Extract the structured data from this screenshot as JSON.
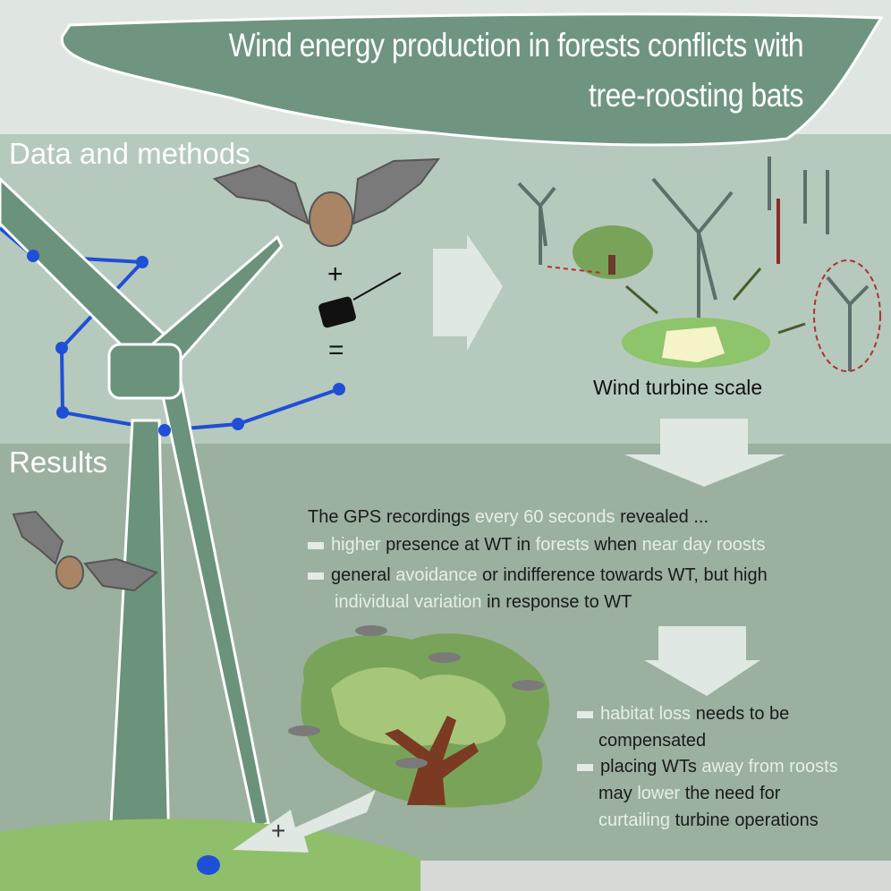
{
  "title": {
    "line1": "Wind energy production in forests conflicts with",
    "line2": "tree-roosting bats"
  },
  "sections": {
    "methods_label": "Data and methods",
    "results_label": "Results"
  },
  "methods": {
    "plus": "+",
    "equals": "=",
    "scale_label": "Wind turbine scale"
  },
  "results": {
    "intro": {
      "pre": "The GPS recordings ",
      "hl": "every 60 seconds",
      "post": " revealed ..."
    },
    "finding1": {
      "hl1": "higher",
      "t1": " presence at WT in ",
      "hl2": "forests",
      "t2": " when ",
      "hl3": "near day roosts"
    },
    "finding2": {
      "t1": "general ",
      "hl1": "avoidance",
      "t2": " or indifference towards WT, but high"
    },
    "finding2b": {
      "hl1": "individual variation",
      "t1": " in response to WT"
    },
    "impl1": {
      "hl1": "habitat loss",
      "t1": " needs to be"
    },
    "impl1b": {
      "t1": "compensated"
    },
    "impl2": {
      "t1": "placing WTs ",
      "hl1": "away from roosts"
    },
    "impl2b": {
      "t1": "may ",
      "hl1": "lower",
      "t2": " the need for"
    },
    "impl2c": {
      "hl1": "curtailing",
      "t1": " turbine operations"
    },
    "plus": "+"
  },
  "colors": {
    "top_band": "#dfe6e2",
    "methods_bg": "#b6c9bd",
    "results_bg": "#9bb09f",
    "cloud": "#6f9581",
    "turbine": "#6b927a",
    "gps_track": "#1f4fd6",
    "grass": "#8fbf6a",
    "highlight_text": "#e6efe6"
  }
}
